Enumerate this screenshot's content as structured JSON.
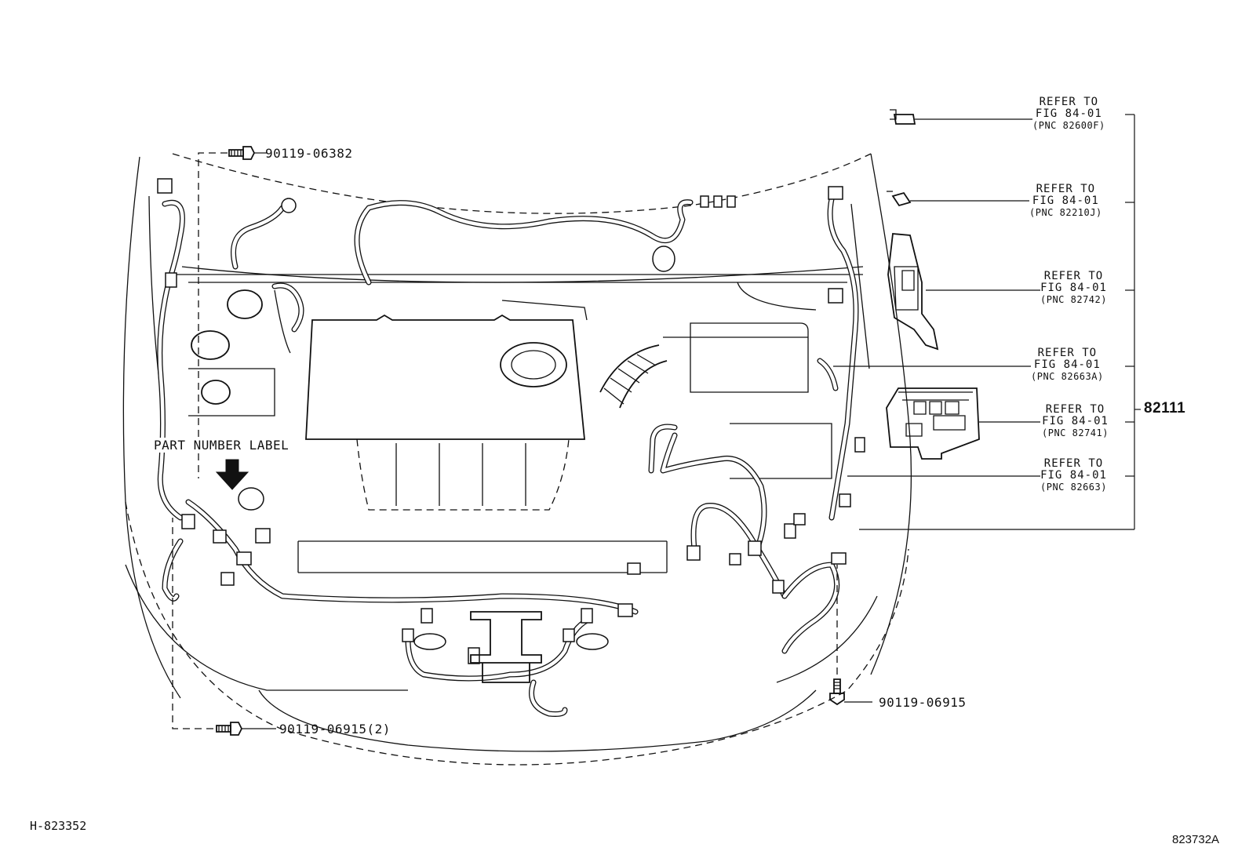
{
  "diagram": {
    "figure_id": "H-823352",
    "image_id": "823732A",
    "assembly_part_number": "82111",
    "part_number_label": "PART NUMBER LABEL",
    "bolts": [
      {
        "part_no": "90119-06382"
      },
      {
        "part_no": "90119-06915(2)"
      },
      {
        "part_no": "90119-06915"
      }
    ],
    "references": [
      {
        "line1": "REFER TO",
        "line2": "FIG 84-01",
        "pnc": "(PNC 82600F)"
      },
      {
        "line1": "REFER TO",
        "line2": "FIG 84-01",
        "pnc": "(PNC 82210J)"
      },
      {
        "line1": "REFER TO",
        "line2": "FIG 84-01",
        "pnc": "(PNC 82742)"
      },
      {
        "line1": "REFER TO",
        "line2": "FIG 84-01",
        "pnc": "(PNC 82663A)"
      },
      {
        "line1": "REFER TO",
        "line2": "FIG 84-01",
        "pnc": "(PNC 82741)"
      },
      {
        "line1": "REFER TO",
        "line2": "FIG 84-01",
        "pnc": "(PNC 82663)"
      }
    ]
  }
}
